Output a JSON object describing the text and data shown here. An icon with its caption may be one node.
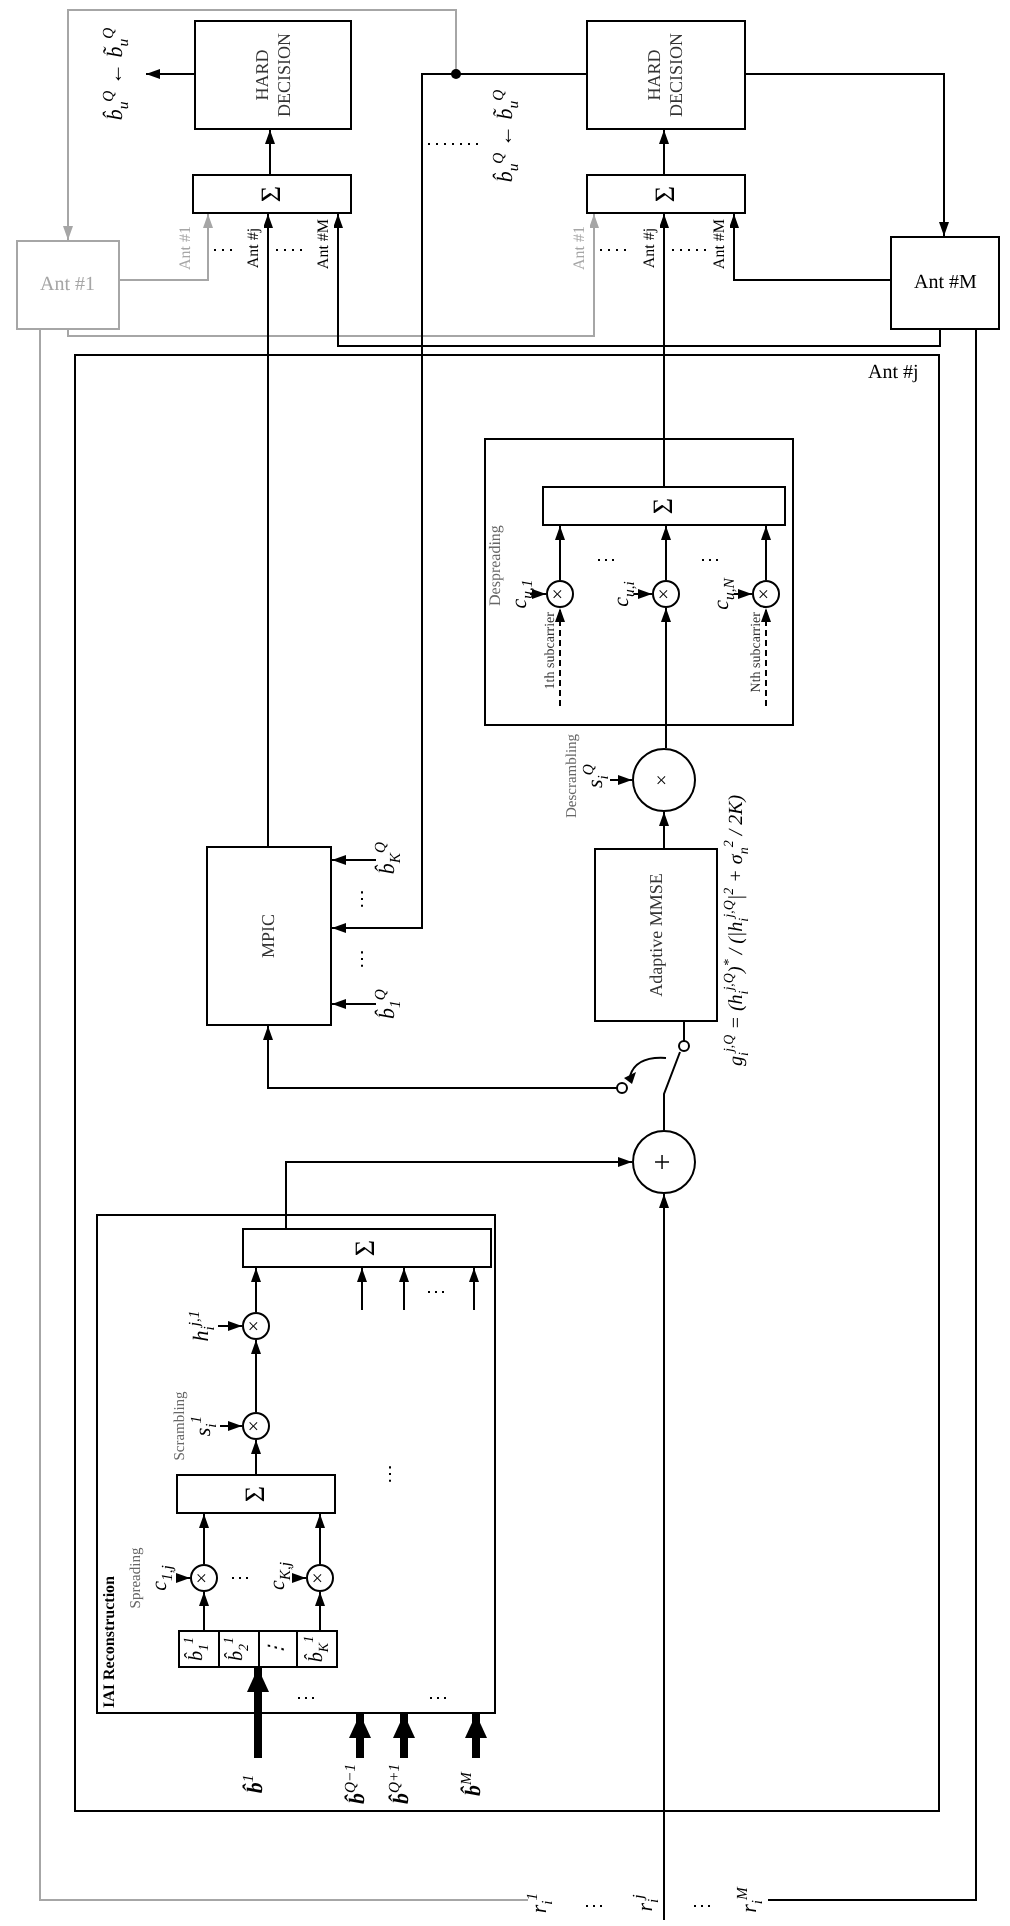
{
  "diagram": {
    "nodes": [
      {
        "text": [
          "b̂$_{u}$$^{Q}$ ← b̃$_{u}$$^{Q}$"
        ]
      },
      {
        "text": [
          "HARD DECISION"
        ]
      },
      {
        "text": [
          "Σ"
        ]
      },
      {
        "text": [
          "HARD DECISION"
        ]
      },
      {
        "text": [
          "Σ"
        ]
      },
      {
        "text": [
          "Ant #M"
        ]
      },
      {
        "text": [
          "Ant #j"
        ]
      },
      {
        "text": [
          "Ant #1"
        ]
      },
      {
        "text": [
          "MPIC"
        ],
        "in": 6
      },
      {
        "text": [
          "b̂$_{K}$$^{Q}$"
        ],
        "in": 6
      },
      {
        "text": [
          "b̂$_{1}$$^{Q}$"
        ],
        "in": 6
      },
      {
        "text": [
          "Despreading"
        ],
        "in": 6
      },
      {
        "text": [
          "Σ"
        ],
        "in": 11
      },
      {
        "text": [
          "×"
        ],
        "in": 11
      },
      {
        "text": [
          "×"
        ],
        "in": 11
      },
      {
        "text": [
          "×"
        ],
        "in": 11
      },
      {
        "text": [
          "c$_{u,1}$"
        ],
        "in": 11
      },
      {
        "text": [
          "c$_{u,i}$"
        ],
        "in": 11
      },
      {
        "text": [
          "c$_{u,N}$"
        ],
        "in": 11
      },
      {
        "text": [
          "1th subcarrier"
        ],
        "in": 11
      },
      {
        "text": [
          "Nth subcarrier"
        ],
        "in": 11
      },
      {
        "text": [
          "Descrambling",
          "s$_{i}$$^{Q}$"
        ],
        "in": 6
      },
      {
        "text": [
          "×"
        ],
        "in": 6
      },
      {
        "text": [
          "Adaptive MMSE"
        ],
        "in": 6
      },
      {
        "text": [],
        "shape": "switch",
        "in": 6
      },
      {
        "text": [
          "+"
        ],
        "in": 6
      },
      {
        "text": [
          "IAI Reconstruction"
        ],
        "in": 6
      },
      {
        "text": [
          "Σ"
        ],
        "in": 26
      },
      {
        "text": [
          "×"
        ],
        "in": 26
      },
      {
        "text": [
          "h$_{i}$$^{j,1}$"
        ],
        "in": 26
      },
      {
        "text": [
          "×"
        ],
        "in": 26
      },
      {
        "text": [
          "Scrambling",
          "s$_{i}$$^{1}$"
        ],
        "in": 26
      },
      {
        "text": [
          "Σ"
        ],
        "in": 26
      },
      {
        "text": [
          "×"
        ],
        "in": 26
      },
      {
        "text": [
          "×"
        ],
        "in": 26
      },
      {
        "text": [
          "Spreading",
          "c$_{1,j}$"
        ],
        "in": 26
      },
      {
        "text": [
          "c$_{K,j}$"
        ],
        "in": 26
      },
      {
        "text": [
          "b̂$_{1}$$^{1}$",
          "b̂$_{2}$$^{1}$",
          "⋮",
          "b̂$_{K}$$^{1}$"
        ],
        "in": 26
      },
      {
        "text": [
          "**b̂**$^{1}$"
        ],
        "in": 6
      },
      {
        "text": [
          "**b̂**$^{Q−1}$"
        ],
        "in": 6
      },
      {
        "text": [
          "**b̂**$^{Q+1}$"
        ],
        "in": 6
      },
      {
        "text": [
          "**b̂**$^{M}$"
        ],
        "in": 6
      },
      {
        "text": [
          "r$_{i}$$^{1}$"
        ]
      },
      {
        "text": [
          "r$_{i}$$^{j}$"
        ]
      },
      {
        "text": [
          "r$_{i}$$^{M}$"
        ]
      }
    ],
    "edges": [
      {
        "from": 1,
        "to": 0,
        "arrow": "to"
      },
      {
        "from": 2,
        "to": 1,
        "arrow": "to"
      },
      {
        "from": 7,
        "to": 2,
        "arrow": "to",
        "label": "Ant #1",
        "color": "#a6a6a6"
      },
      {
        "from": 8,
        "to": 2,
        "arrow": "to",
        "label": "Ant #j"
      },
      {
        "from": 5,
        "to": 2,
        "arrow": "to",
        "label": "Ant #M"
      },
      {
        "from": 4,
        "to": 3,
        "arrow": "to"
      },
      {
        "from": 7,
        "to": 4,
        "arrow": "to",
        "label": "Ant #1",
        "color": "#a6a6a6"
      },
      {
        "from": 12,
        "to": 4,
        "arrow": "to",
        "label": "Ant #j"
      },
      {
        "from": 5,
        "to": 4,
        "arrow": "to",
        "label": "Ant #M"
      },
      {
        "from": 3,
        "to": 5,
        "arrow": "to"
      },
      {
        "from": 3,
        "to": 8,
        "arrow": "to",
        "label": "b̂$_{u}$$^{Q}$ ← b̃$_{u}$$^{Q}$"
      },
      {
        "from": 3,
        "to": 7,
        "arrow": "to",
        "color": "#a6a6a6"
      },
      {
        "from": 9,
        "to": 8,
        "arrow": "to"
      },
      {
        "from": 10,
        "to": 8,
        "arrow": "to"
      },
      {
        "from": 24,
        "to": 8,
        "arrow": "to"
      },
      {
        "from": 13,
        "to": 12,
        "arrow": "to"
      },
      {
        "from": 14,
        "to": 12,
        "arrow": "to"
      },
      {
        "from": 15,
        "to": 12,
        "arrow": "to"
      },
      {
        "from": 16,
        "to": 13,
        "arrow": "to"
      },
      {
        "from": 17,
        "to": 14,
        "arrow": "to"
      },
      {
        "from": 18,
        "to": 15,
        "arrow": "to"
      },
      {
        "from": 19,
        "to": 13,
        "arrow": "to",
        "style": "dashed"
      },
      {
        "from": 20,
        "to": 15,
        "arrow": "to",
        "style": "dashed"
      },
      {
        "from": 22,
        "to": 14,
        "arrow": "to"
      },
      {
        "from": 21,
        "to": 22,
        "arrow": "to"
      },
      {
        "from": 23,
        "to": 22,
        "arrow": "to"
      },
      {
        "from": 24,
        "to": 23,
        "arrow": "none"
      },
      {
        "from": 25,
        "to": 24,
        "arrow": "none"
      },
      {
        "from": 27,
        "to": 25,
        "arrow": "to"
      },
      {
        "from": 43,
        "to": 25,
        "arrow": "to"
      },
      {
        "from": 42,
        "to": 7,
        "arrow": "none",
        "color": "#a6a6a6"
      },
      {
        "from": 44,
        "to": 5,
        "arrow": "none"
      },
      {
        "from": 28,
        "to": 27,
        "arrow": "to"
      },
      {
        "from": null,
        "to": 27,
        "arrow": "to"
      },
      {
        "from": null,
        "to": 27,
        "arrow": "to"
      },
      {
        "from": null,
        "to": 27,
        "arrow": "to"
      },
      {
        "from": 29,
        "to": 28,
        "arrow": "to"
      },
      {
        "from": 30,
        "to": 28,
        "arrow": "to"
      },
      {
        "from": 31,
        "to": 30,
        "arrow": "to"
      },
      {
        "from": 32,
        "to": 30,
        "arrow": "to"
      },
      {
        "from": 33,
        "to": 32,
        "arrow": "to"
      },
      {
        "from": 34,
        "to": 32,
        "arrow": "to"
      },
      {
        "from": 35,
        "to": 33,
        "arrow": "to"
      },
      {
        "from": 36,
        "to": 34,
        "arrow": "to"
      },
      {
        "from": 37,
        "to": 33,
        "arrow": "to"
      },
      {
        "from": 37,
        "to": 34,
        "arrow": "to"
      },
      {
        "from": 38,
        "to": 37,
        "arrow": "to",
        "style": "thick"
      },
      {
        "from": 39,
        "to": 26,
        "arrow": "to",
        "style": "thick"
      },
      {
        "from": 40,
        "to": 26,
        "arrow": "to",
        "style": "thick"
      },
      {
        "from": 41,
        "to": 26,
        "arrow": "to",
        "style": "thick"
      }
    ],
    "labels": [
      "⋮",
      "⋮",
      "⋯",
      "⋯",
      "⋮",
      "⋯",
      "⋮",
      "⋮",
      "⋮",
      "⋮",
      "⋮",
      "g$_{i}$$^{j,Q}$ = (h$_{i}$$^{j,Q}$)$^{*}$ / (|h$_{i}$$^{j,Q}$|$^{2}$ + σ$_{n}$$^{2}$ / 2K)"
    ]
  }
}
